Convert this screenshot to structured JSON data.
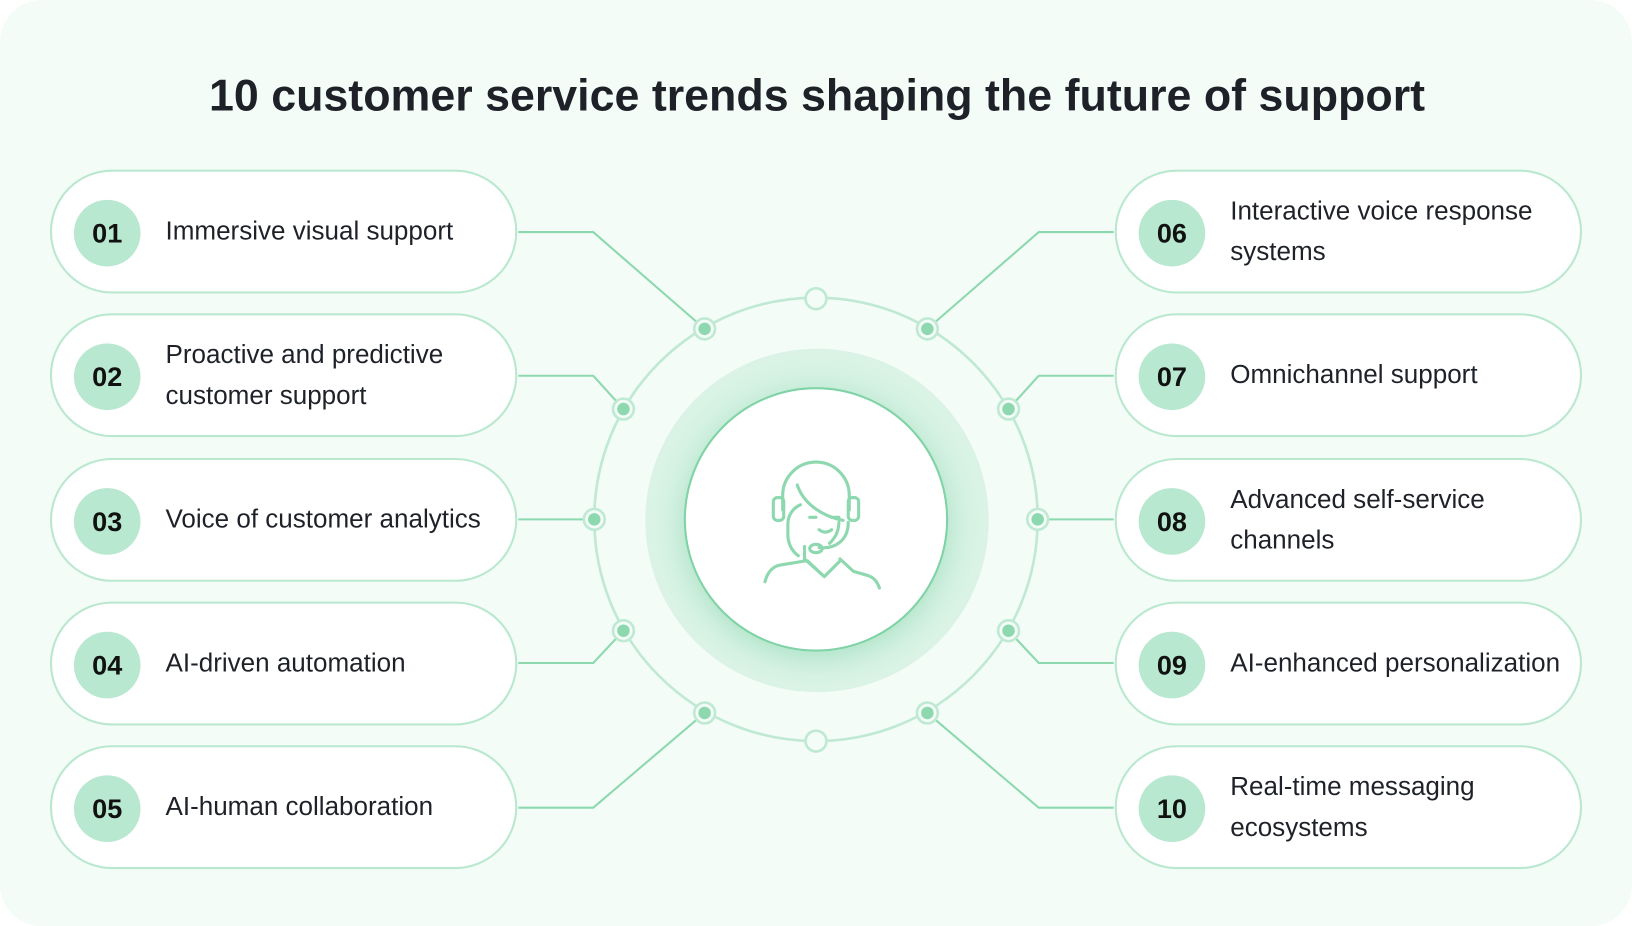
{
  "title": "10 customer service trends shaping the future of support",
  "center_icon": "customer-support-agent-headset-icon",
  "colors": {
    "accent": "#8dd8ae",
    "badge": "#b8e8cf",
    "border": "#b9e8cf",
    "background": "#f3fcf7",
    "text": "#1e2228"
  },
  "trends": [
    {
      "number": "01",
      "label": "Immersive visual support"
    },
    {
      "number": "02",
      "label": "Proactive and predictive customer support"
    },
    {
      "number": "03",
      "label": "Voice of customer analytics"
    },
    {
      "number": "04",
      "label": "AI-driven automation"
    },
    {
      "number": "05",
      "label": "AI-human collaboration"
    },
    {
      "number": "06",
      "label": "Interactive voice response systems"
    },
    {
      "number": "07",
      "label": "Omnichannel support"
    },
    {
      "number": "08",
      "label": "Advanced self-service channels"
    },
    {
      "number": "09",
      "label": "AI-enhanced personalization"
    },
    {
      "number": "10",
      "label": "Real-time messaging ecosystems"
    }
  ]
}
